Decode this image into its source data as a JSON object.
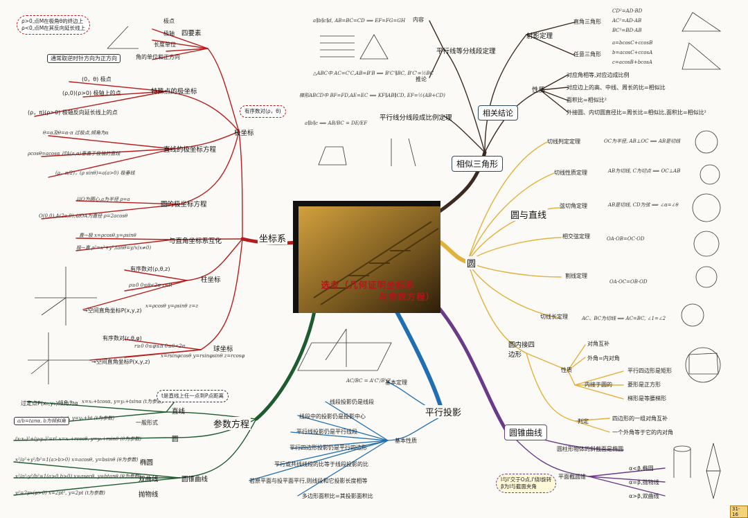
{
  "colors": {
    "polar": "#b71c1c",
    "param": "#1e5b2f",
    "proj": "#1f6fb2",
    "conic": "#6a3a8a",
    "similar": "#3b2a20",
    "circle": "#e2b13c"
  },
  "center": {
    "title_line1": "选考（几何证明坐标系",
    "title_line2": "与参数方程）"
  },
  "branches": {
    "coord": "坐标系",
    "param": "参数方程",
    "proj": "平行投影",
    "conic": "圆锥曲线",
    "similar": "相似三角形",
    "circle": "圆与直线",
    "circle_short": "圆"
  },
  "polar": {
    "title": "极坐标",
    "four_elements": "四要素",
    "els": [
      "极点",
      "极轴",
      "长度单位",
      "角的单位和正方向"
    ],
    "cloud_note": [
      "ρ>0,点M在极角θ的终边上",
      "ρ<0,点M在其反向延长线上"
    ],
    "usual": "通常取逆时针方向为正方向",
    "cloud_unique": "有序数对(ρ，θ)",
    "special_title": "特殊点的极坐标",
    "special": [
      "(0，θ)      极点",
      "(ρ,0)(ρ>0)   极轴上的点",
      "(ρ，π)(ρ>0)  极轴反向延长线上的点"
    ],
    "line_title": "直线的极坐标方程",
    "line": [
      "θ=α及θ=α-π      过极点,倾角为α",
      "ρcosθ=acosα     过A(a,α)垂直于极轴的直线",
      "(ρ，π/2)，(ρ sinθ)=a(a>0)  极垂线"
    ],
    "circle_title": "圆的极坐标方程",
    "circle": [
      "以O为圆心,a为半径      ρ=a",
      "O(0,0),A(2a,0),以OA为直径    ρ=2acosθ"
    ],
    "convert_title": "与直角坐标系互化",
    "convert": [
      "直→极  x=ρcosθ,y=ρsinθ",
      "极→直  ρ²=x²+y²,tanθ=y/x(x≠0)"
    ]
  },
  "cyl": {
    "title": "柱坐标",
    "items": [
      "有序数对(ρ,θ,z)",
      "ρ≥0  0≤θ<2π  z∈R",
      "→空间直角坐标P(x,y,z)",
      "x=ρcosθ  y=ρsinθ  z=z"
    ]
  },
  "sph": {
    "title": "球坐标",
    "items": [
      "有序数对(r,θ,φ)",
      "r≥0  0≤φ≤π  0≤θ<2π",
      "→空间直角坐标P(x,y,z)",
      "x=rsinφcosθ  y=rsinφsinθ  z=rcosφ"
    ]
  },
  "param_detail": {
    "line": "直线",
    "line_text": "过定点P(x₀,y₀)倾角为α",
    "line_eq": "x=x₀+tcosα, y=y₀+tsinα  (t为参数)",
    "t_note": "t是直线上任一点到P点距离",
    "general": "一般形式",
    "general_eq": "x=x₀+at, y=y₀+bt  (t为参数)",
    "a_note": "a/b=tanα, b为倾斜角",
    "circle": "圆",
    "circle_eq": "(x-x₀)²+(y-y₀)²=r²   x=x₀+rcosθ, y=y₀+rsinθ  (θ为参数)",
    "conic": "圆锥曲线",
    "ellipse": "椭圆",
    "ellipse_eq": "x²/a²+y²/b²=1(a>b>0)   x=acosθ, y=bsinθ  (θ为参数)",
    "hyper": "双曲线",
    "hyper_eq": "x²/a²-y²/b²=1(a>0,b>0)   x=asecθ, y=btanθ  (θ为参数)",
    "parab": "抛物线",
    "parab_eq": "y²=2px(p>0)   x=2pt², y=2pt  (t为参数)"
  },
  "proj_detail": {
    "basic_thm": "基本定理",
    "basic_eq": "AC/BC = A'C'/B'C'",
    "props": "基本性质",
    "items": [
      "线段投影仍是线段",
      "线段中的投影仍是投影中心",
      "平行线投影仍是平行线段",
      "平行四边形投影仍是平行四边形",
      "平行或共线线段的比等于线段投影的比",
      "若原平面与投平面平行,则线段和它投影长度相等",
      "多边形面积比=其投影面积比"
    ]
  },
  "conic_detail": {
    "note": "圆柱形物体的斜截面是椭圆",
    "plane": "平面截圆锥",
    "cases": [
      "α<β,椭圆",
      "α=β,抛物线",
      "α>β,双曲线"
    ],
    "cloud": [
      "l与l'交于O点,l'绕l旋转",
      "β为l与截面夹角"
    ]
  },
  "similar_detail": {
    "parallel_seg": "平行线等分线段定理",
    "content": "内容",
    "inference": "推论",
    "parallel_prop": "平行线分线段成比例定理",
    "proj_thm": "射影定理",
    "right_tri": "直角三角形",
    "right_eqs": [
      "CD²=AD·BD",
      "AC²=AD·AB",
      "BC²=BD·AB"
    ],
    "any_tri": "任意三角形",
    "any_eqs": [
      "a=bcosC+ccosB",
      "b=acosC+ccosA",
      "c=acosB+bcosA"
    ],
    "props": "性质",
    "prop_items": [
      "对应角相等,对应边成比例",
      "对应边上的高、中线、周长的比=相似比",
      "面积比=相似比²",
      "外接圆、内切圆直径比=周长比=相似比,面积比=相似比²"
    ],
    "conclusion": "相关结论",
    "eq1": "a∥b∥c∥d, AB=BC=CD ⟹ EF=FG=GH",
    "eq2": "△ABC中 AC=C'C,AB=B'B ⟹ B'C'∥BC, B'C'=½BC",
    "eq3": "梯形ABCD中 BF=FD,AE=EC ⟹ KF∥AB∥CD, EF=½(AB+CD)",
    "eq4": "a∥b∥c ⟹ AB/BC = DE/EF"
  },
  "circle_detail": {
    "items": [
      {
        "name": "切线判定定理",
        "eq": "OC为半径, AB⊥OC ⟹ AB是切线"
      },
      {
        "name": "切线性质定理",
        "eq": "AB为切线, C为切点 ⟹ OC⊥AB"
      },
      {
        "name": "弦切角定理",
        "eq": "AB是切线, CD为弦 ⟹ ∠α=∠θ"
      },
      {
        "name": "相交弦定理",
        "eq": "OA·OB=OC·OD"
      },
      {
        "name": "割线定理",
        "eq": "OA·OC=OB·OD"
      },
      {
        "name": "切线长定理",
        "eq": "AC、BC为切线 ⟹ AC=BC, ∠1=∠2"
      }
    ],
    "inscribed": "圆内接四边形",
    "props": "性质",
    "prop_items": [
      "对角互补",
      "外角=内对角"
    ],
    "inscribed_in": "内接于圆的",
    "in_items": [
      "平行四边形是矩形",
      "菱形是正方形",
      "梯形是等腰梯形"
    ],
    "judge": "判定",
    "judge_items": [
      "四边形的一组对角互补",
      "一个外角等于它的内对角"
    ]
  },
  "page_num": "31-16"
}
